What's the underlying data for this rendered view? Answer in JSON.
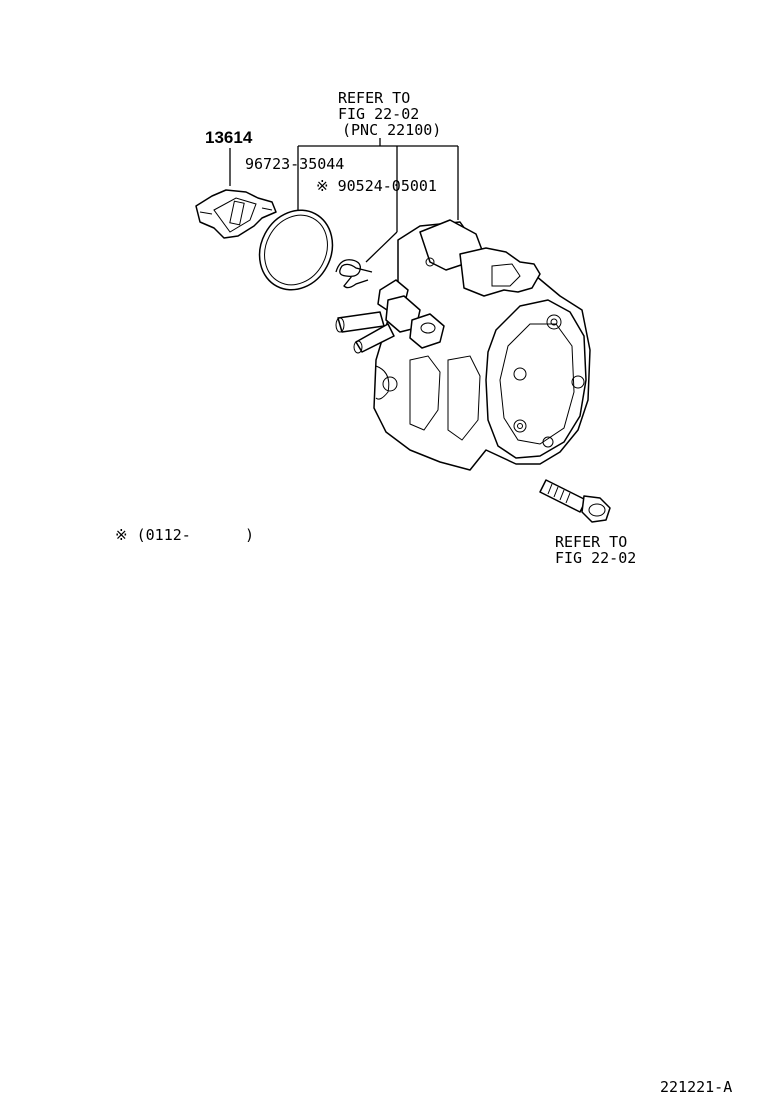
{
  "diagram": {
    "labels": {
      "refer_top_1": "REFER TO",
      "refer_top_2": "FIG 22-02",
      "refer_top_3": "(PNC 22100)",
      "part_13614": "13614",
      "part_96723": "96723-35044",
      "part_90524": "※ 90524-05001",
      "refer_bot_1": "REFER TO",
      "refer_bot_2": "FIG 22-02",
      "note": "※ (0112-      )",
      "figure_id": "221221-A"
    }
  }
}
